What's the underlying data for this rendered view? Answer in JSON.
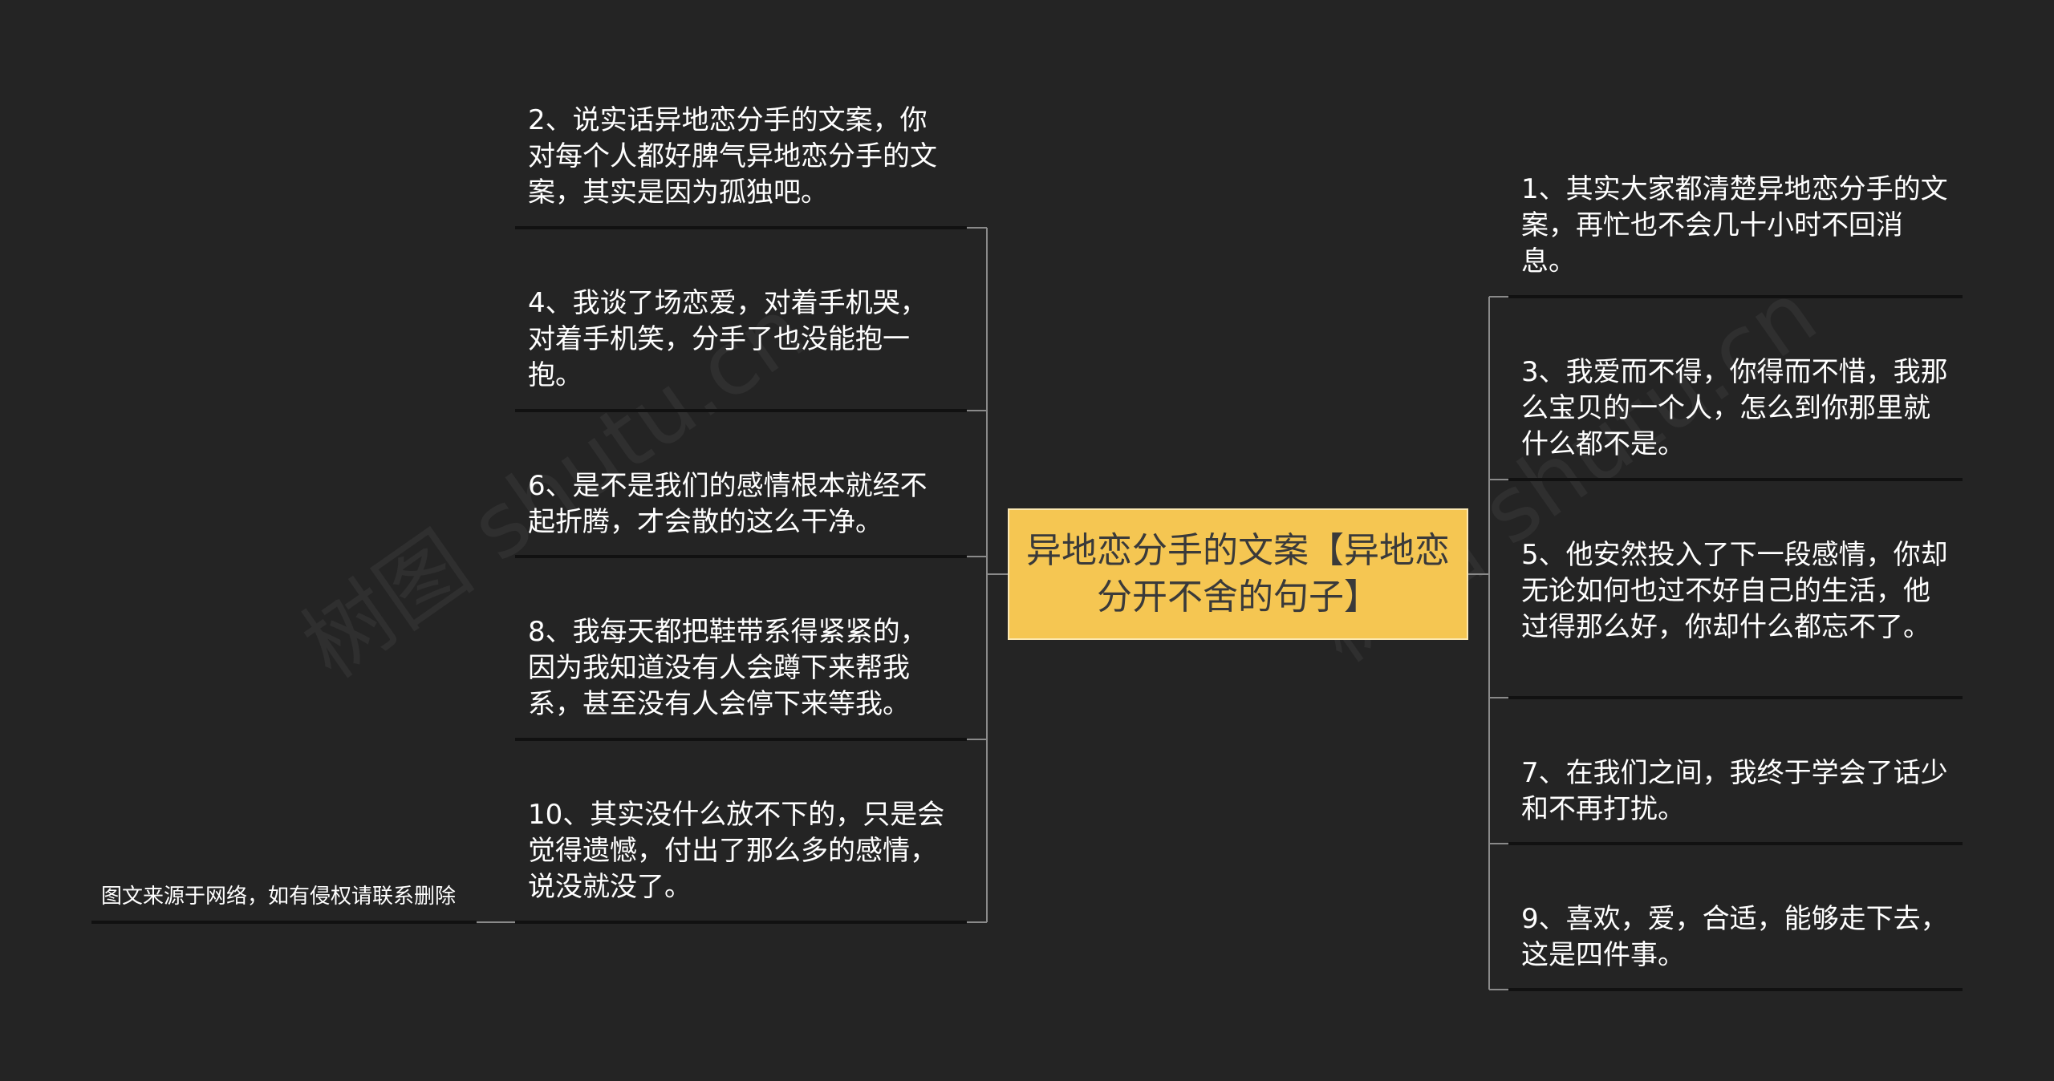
{
  "root": {
    "title": "异地恋分手的文案【异地恋分开不舍的句子】"
  },
  "left_branches": [
    "2、说实话异地恋分手的文案，你对每个人都好脾气异地恋分手的文案，其实是因为孤独吧。",
    "4、我谈了场恋爱，对着手机哭，对着手机笑，分手了也没能抱一抱。",
    "6、是不是我们的感情根本就经不起折腾，才会散的这么干净。",
    "8、我每天都把鞋带系得紧紧的，因为我知道没有人会蹲下来帮我系，甚至没有人会停下来等我。",
    "10、其实没什么放不下的，只是会觉得遗憾，付出了那么多的感情，说没就没了。"
  ],
  "right_branches": [
    "1、其实大家都清楚异地恋分手的文案，再忙也不会几十小时不回消息。",
    "3、我爱而不得，你得而不惜，我那么宝贝的一个人，怎么到你那里就什么都不是。",
    "5、他安然投入了下一段感情，你却无论如何也过不好自己的生活，他过得那么好，你却什么都忘不了。",
    "7、在我们之间，我终于学会了话少和不再打扰。",
    "9、喜欢，爱，合适，能够走下去，这是四件事。"
  ],
  "source_note": "图文来源于网络，如有侵权请联系删除",
  "watermark_text": "树图 shutu.cn",
  "colors": {
    "background": "#242424",
    "root_fill": "#f5c652",
    "root_text": "#3a3a3a",
    "node_text": "#ffffff",
    "connector": "#8a8a8a",
    "underline": "#111111"
  }
}
